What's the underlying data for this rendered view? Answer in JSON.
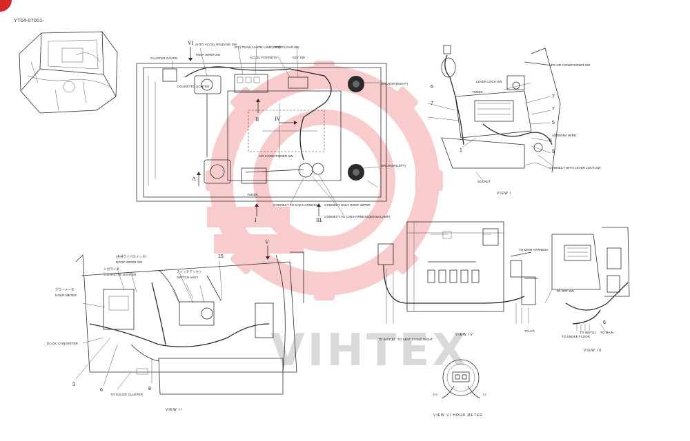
{
  "doc_number": "YT04-07001-",
  "watermark": "VIHTEX",
  "top_view": {
    "roman": [
      "VI",
      "II",
      "IV",
      "I",
      "III"
    ],
    "letter": "A",
    "labels": {
      "cluster_gauge": "CLUSTER GAUGE",
      "roof_wiper_sw": "ROOF WIPER SW",
      "auto_accel_release": "AUTO ACCEL RELEASE SW",
      "ipc_teaw_alarm": "IPC) TEAW ALARM LAMP(OPT)",
      "over_load": "OVER LOAD SW",
      "accel_potentio": "ACCEL POTENTIO",
      "key_sw": "KEY SW",
      "cigarette_lighter": "CIGARETTE LIGHTER",
      "speaker_right": "SPEAKER(RIGHT)",
      "speaker_left": "SPEAKER(LEFT)",
      "air_conditioner": "AIR CONDITIONER SW",
      "tuner": "TUNER",
      "connect_cab_harness": "CONNECT TO CAB HARNESS",
      "connect_roof_wiper": "CONNECT ONLY ROOF WIPER",
      "connect_cab_boom_lamp": "CONNECT TO CAB HARNESS(BOOM LAMP)"
    }
  },
  "view_i": {
    "title": "VIEW I",
    "numbers": [
      "6",
      "7",
      "7",
      "7",
      "5",
      "5",
      "1",
      "5"
    ],
    "labels": {
      "to_air_conditioner": "TO AIR CONDITIONER SW",
      "lever_lock_sw": "LEVER LOCK SW",
      "tuner": "TUNER",
      "antenna_wire": "ANTENNA WIRE",
      "connect_lever_lock": "CONNECT WITH LEVER LOCK SW",
      "socket": "SOCKET"
    }
  },
  "view_ii": {
    "title": "VIEW II",
    "roman": "V",
    "numbers": [
      "15",
      "3",
      "6",
      "8"
    ],
    "labels": {
      "jp_roof_wiper": "(天井ワイパスイッチ)",
      "roof_wiper": "ROOF WIPER SW",
      "jp_cigarette": "シガライタ",
      "cigarette_lighter": "CIGARETTE LIGHTER",
      "jp_hour_meter": "アワーメータ",
      "hour_meter": "HOUR METER",
      "jp_switch_assy": "スイッチアッセン",
      "switch_assy": "SWITCH ASSY",
      "dc_dc": "DC-DC CONVERTER",
      "to_gauge_cluster": "TO GAUGE CLUSTER"
    }
  },
  "view_iv": {
    "title": "VIEW IV",
    "labels": {
      "to_main_harness": "TO MAIN HARNESS",
      "to_inst_b": "TO INST(B)",
      "to_seat_stand_right": "TO SEAT STAND RIGHT",
      "to_ac": "TO A/C"
    }
  },
  "view_iii": {
    "title": "VIEW III",
    "number": "6",
    "labels": {
      "to_opt_sw": "TO OPT SW",
      "to_under_floor": "TO UNDER FLOOR",
      "to_inst_l": "TO INST(L)",
      "to_main": "TO MAIN"
    }
  },
  "view_vi": {
    "title": "VIEW VI  HOUR METER",
    "plus": "(+)",
    "minus": "(-)"
  },
  "colors": {
    "watermark_red": "#e8474a",
    "line": "#2a2a2a",
    "corner_red": "#d9262b"
  }
}
